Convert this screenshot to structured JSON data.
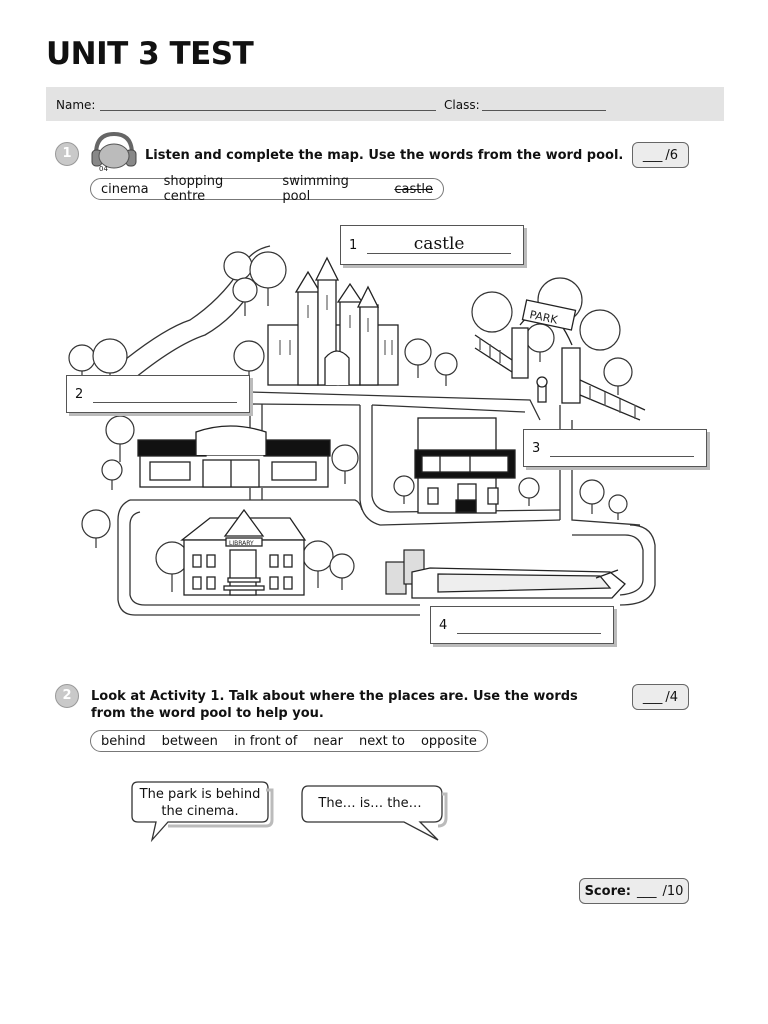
{
  "page": {
    "title": "UNIT 3 TEST",
    "name_label": "Name:",
    "class_label": "Class:"
  },
  "activity1": {
    "number": "1",
    "audio_track": "04",
    "instruction": "Listen and complete the map. Use the words from the word pool.",
    "score_blank": "___",
    "score_total": "/6",
    "word_pool": [
      "cinema",
      "shopping centre",
      "swimming pool",
      "castle"
    ],
    "answers": [
      {
        "number": "1",
        "value": "castle"
      },
      {
        "number": "2",
        "value": ""
      },
      {
        "number": "3",
        "value": ""
      },
      {
        "number": "4",
        "value": ""
      }
    ],
    "map_signs": {
      "park": "PARK",
      "library": "LIBRARY"
    }
  },
  "activity2": {
    "number": "2",
    "instruction": "Look at Activity 1. Talk about where the places are. Use the words from the word pool to help you.",
    "score_blank": "___",
    "score_total": "/4",
    "word_pool": [
      "behind",
      "between",
      "in front of",
      "near",
      "next to",
      "opposite"
    ],
    "bubble_1": "The park is behind the cinema.",
    "bubble_2": "The… is… the…"
  },
  "total_score": {
    "label": "Score:",
    "blank": "___",
    "total": "/10"
  }
}
